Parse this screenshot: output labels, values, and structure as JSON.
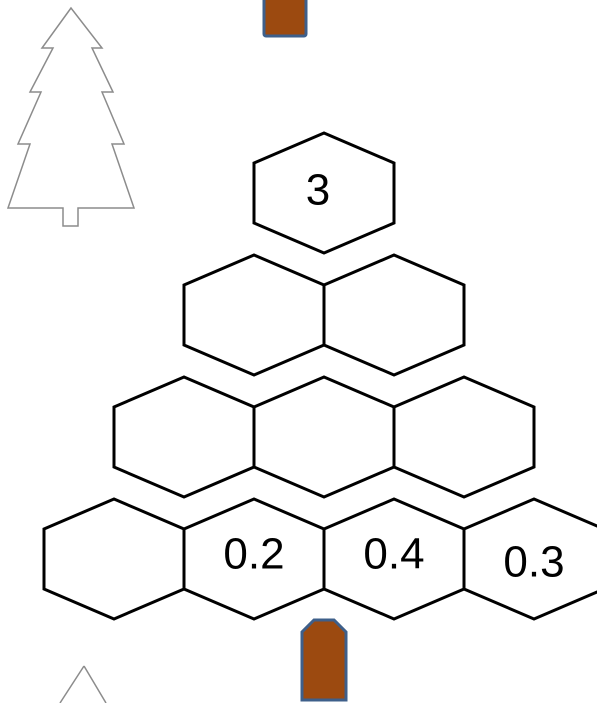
{
  "colors": {
    "trunk_fill": "#9c4a10",
    "trunk_stroke": "#3e5f8a",
    "hex_stroke": "#000000",
    "tree_outline": "#8c8c8c"
  },
  "pyramid": {
    "rows": [
      {
        "cells": [
          {
            "label": "3"
          }
        ]
      },
      {
        "cells": [
          {
            "label": ""
          },
          {
            "label": ""
          }
        ]
      },
      {
        "cells": [
          {
            "label": ""
          },
          {
            "label": ""
          },
          {
            "label": ""
          }
        ]
      },
      {
        "cells": [
          {
            "label": ""
          },
          {
            "label": "0.2"
          },
          {
            "label": "0.4"
          },
          {
            "label": "0.3"
          }
        ]
      }
    ]
  },
  "decorations": {
    "top_trunk": "trunk",
    "bottom_trunk": "trunk",
    "tree_left": "tree-outline",
    "tree_bottom": "tree-outline-partial"
  }
}
